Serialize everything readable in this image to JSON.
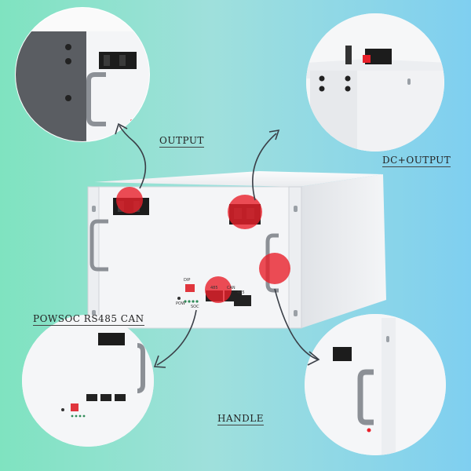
{
  "labels": {
    "output": "OUTPUT",
    "dc_output": "DC+OUTPUT",
    "comm": "POWSOC RS485 CAN",
    "handle": "HANDLE"
  },
  "panel_text": {
    "dip": "DIP",
    "rs485": "485",
    "can": "CAN",
    "rs485_b": "485",
    "pow": "POW",
    "soc": "SOC"
  },
  "colors": {
    "background_left": "#7fe3c0",
    "background_right": "#7fcff0",
    "highlight": "#e8202a",
    "chassis": "#f2f3f5"
  }
}
